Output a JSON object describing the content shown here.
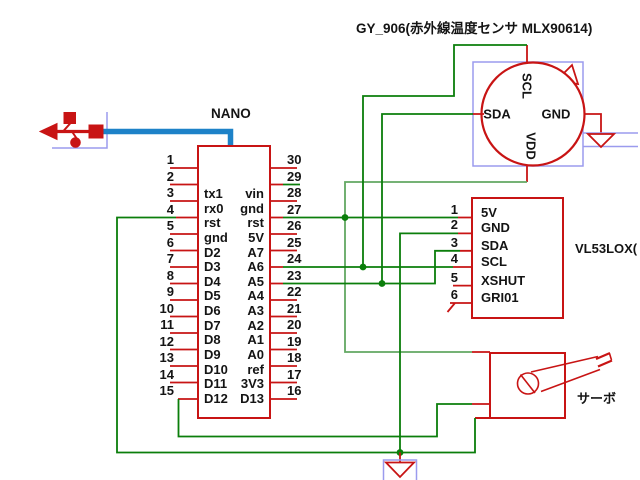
{
  "title": {
    "text": "GY_906(赤外線温度センサ MLX90614)"
  },
  "colors": {
    "wire-green": "#0b7e0b",
    "wire-green-light": "#62a862",
    "component-red": "#c81414",
    "frame-lavender": "#9b9bee",
    "usb-blue": "#1d82c8",
    "text": "#141414"
  },
  "usb": {
    "icon": "usb-connector"
  },
  "nano": {
    "label": "NANO",
    "left_pins": [
      {
        "n": "1",
        "label": "tx1"
      },
      {
        "n": "2",
        "label": "rx0"
      },
      {
        "n": "3",
        "label": "rst"
      },
      {
        "n": "4",
        "label": "gnd"
      },
      {
        "n": "5",
        "label": "D2"
      },
      {
        "n": "6",
        "label": "D3"
      },
      {
        "n": "7",
        "label": "D4"
      },
      {
        "n": "8",
        "label": "D5"
      },
      {
        "n": "9",
        "label": "D6"
      },
      {
        "n": "10",
        "label": "D7"
      },
      {
        "n": "11",
        "label": "D8"
      },
      {
        "n": "12",
        "label": "D9"
      },
      {
        "n": "13",
        "label": "D10"
      },
      {
        "n": "14",
        "label": "D11"
      },
      {
        "n": "15",
        "label": "D12"
      }
    ],
    "right_pins": [
      {
        "n": "30",
        "label": "vin"
      },
      {
        "n": "29",
        "label": "gnd"
      },
      {
        "n": "28",
        "label": "rst"
      },
      {
        "n": "27",
        "label": "5V"
      },
      {
        "n": "26",
        "label": "A7"
      },
      {
        "n": "25",
        "label": "A6"
      },
      {
        "n": "24",
        "label": "A5"
      },
      {
        "n": "23",
        "label": "A4"
      },
      {
        "n": "22",
        "label": "A3"
      },
      {
        "n": "21",
        "label": "A2"
      },
      {
        "n": "20",
        "label": "A1"
      },
      {
        "n": "19",
        "label": "A0"
      },
      {
        "n": "18",
        "label": "ref"
      },
      {
        "n": "17",
        "label": "3V3"
      },
      {
        "n": "16",
        "label": "D13"
      }
    ]
  },
  "gy906": {
    "pin_top": "SCL",
    "pin_left": "SDA",
    "pin_right": "GND",
    "pin_bottom": "VDD"
  },
  "vl53": {
    "label": "VL53LOX(",
    "pins": [
      {
        "n": "1",
        "label": "5V"
      },
      {
        "n": "2",
        "label": "GND"
      },
      {
        "n": "3",
        "label": "SDA"
      },
      {
        "n": "4",
        "label": "SCL"
      },
      {
        "n": "5",
        "label": "XSHUT"
      },
      {
        "n": "6",
        "label": "GRI01"
      }
    ]
  },
  "servo": {
    "label": "サーボ"
  }
}
